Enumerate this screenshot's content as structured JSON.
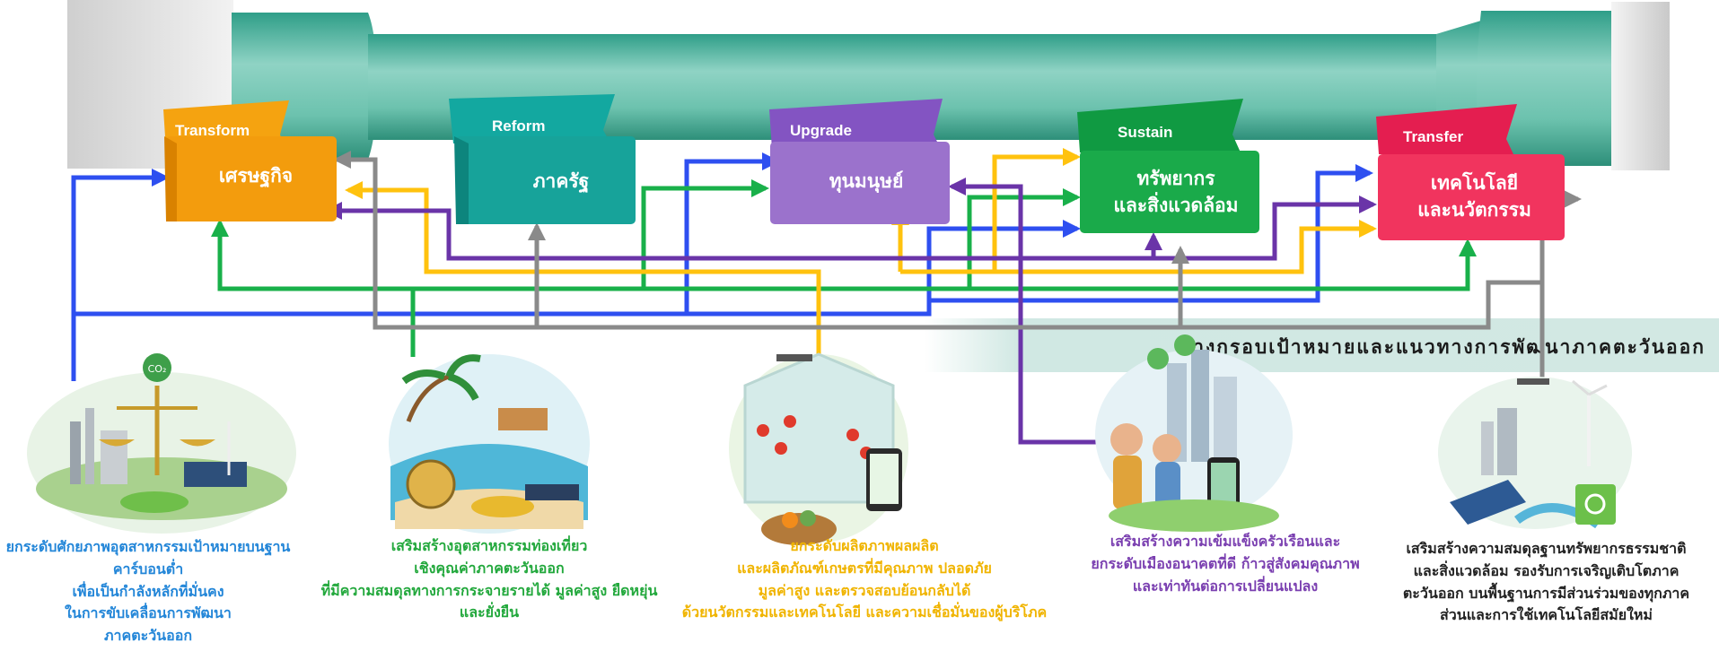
{
  "title": "ร่างกรอบเป้าหมายและแนวทางการพัฒนาภาคตะวันออก",
  "pillars": [
    {
      "flag": "Transform",
      "lines": [
        "เศรษฐกิจ"
      ],
      "color": "#f39c0d",
      "flag_color": "#f5a310"
    },
    {
      "flag": "Reform",
      "lines": [
        "ภาครัฐ"
      ],
      "color": "#17a39a",
      "flag_color": "#13a8a0"
    },
    {
      "flag": "Upgrade",
      "lines": [
        "ทุนมนุษย์"
      ],
      "color": "#9b72cc",
      "flag_color": "#8354c2"
    },
    {
      "flag": "Sustain",
      "lines": [
        "ทรัพยากร",
        "และสิ่งแวดล้อม"
      ],
      "color": "#1aaa4a",
      "flag_color": "#109a42"
    },
    {
      "flag": "Transfer",
      "lines": [
        "เทคโนโลยี",
        "และนวัตกรรม"
      ],
      "color": "#f1345e",
      "flag_color": "#e41e50"
    }
  ],
  "goals": [
    {
      "lines": [
        "ยกระดับศักยภาพอุตสาหกรรมเป้าหมายบนฐาน",
        "คาร์บอนต่ำ",
        "เพื่อเป็นกำลังหลักที่มั่นคง",
        "ในการขับเคลื่อนการพัฒนา",
        "ภาคตะวันออก"
      ],
      "color": "#2386d8",
      "icon": "carbon-balance-illustration"
    },
    {
      "lines": [
        "เสริมสร้างอุตสาหกรรมท่องเที่ยว",
        "เชิงคุณค่าภาคตะวันออก",
        "ที่มีความสมดุลทางการกระจายรายได้ มูลค่าสูง ยืดหยุ่น",
        "และยั่งยืน"
      ],
      "color": "#22a83c",
      "icon": "tourism-beach-illustration"
    },
    {
      "lines": [
        "ยกระดับผลิตภาพผลผลิต",
        "และผลิตภัณฑ์เกษตรที่มีคุณภาพ ปลอดภัย",
        "มูลค่าสูง และตรวจสอบย้อนกลับได้",
        "ด้วยนวัตกรรมและเทคโนโลยี และความเชื่อมั่นของผู้บริโภค"
      ],
      "color": "#f0b400",
      "icon": "smart-agriculture-illustration"
    },
    {
      "lines": [
        "เสริมสร้างความเข้มแข็งครัวเรือนและ",
        "ยกระดับเมืองอนาคตที่ดี ก้าวสู่สังคมคุณภาพ",
        "และเท่าทันต่อการเปลี่ยนแปลง"
      ],
      "color": "#7a3fb0",
      "icon": "smart-city-family-illustration"
    },
    {
      "lines": [
        "เสริมสร้างความสมดุลฐานทรัพยากรธรรมชาติ",
        "และสิ่งแวดล้อม รองรับการเจริญเติบโตภาค",
        "ตะวันออก บนพื้นฐานการมีส่วนร่วมของทุกภาค",
        "ส่วนและการใช้เทคโนโลยีสมัยใหม่"
      ],
      "color": "#222222",
      "icon": "green-energy-illustration"
    }
  ],
  "arrow_colors": {
    "blue": "#2e4ff0",
    "green": "#19b04a",
    "yellow": "#ffc20e",
    "purple": "#6a34a8",
    "gray": "#8a8a8a"
  }
}
